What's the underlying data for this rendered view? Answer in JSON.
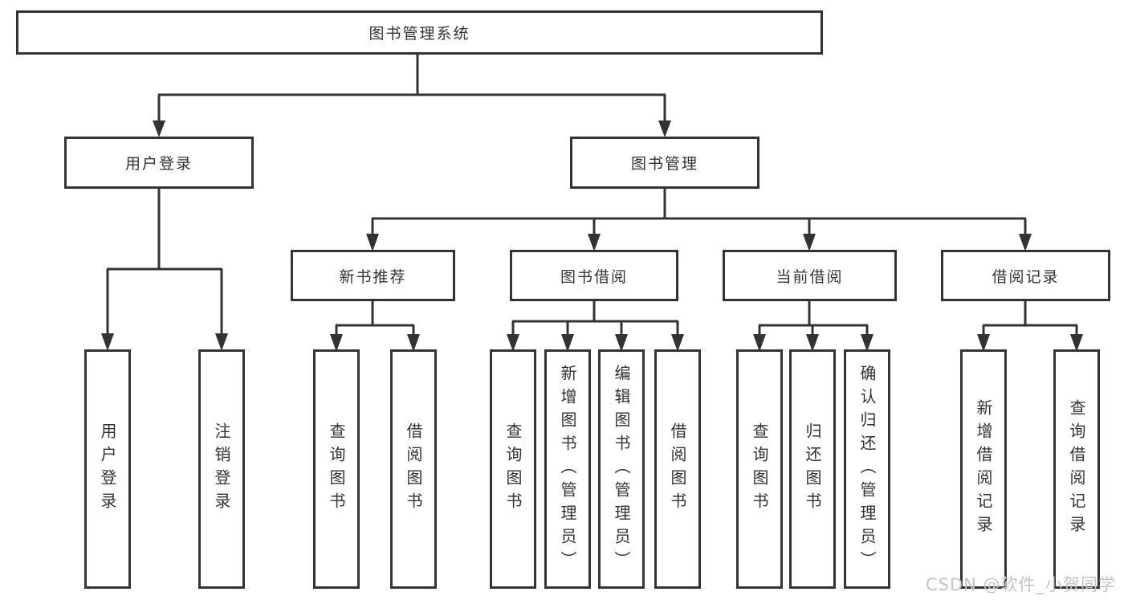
{
  "page": {
    "background": "#ffffff"
  },
  "colors": {
    "line": "#333333",
    "box_border": "#333333",
    "text": "#333333",
    "watermark_text": "#c4c4c4"
  },
  "nodes": {
    "root": {
      "label": "图书管理系统"
    },
    "branches": [
      {
        "label": "用户登录"
      },
      {
        "label": "图书管理"
      }
    ],
    "modules": [
      {
        "label": "新书推荐"
      },
      {
        "label": "图书借阅"
      },
      {
        "label": "当前借阅"
      },
      {
        "label": "借阅记录"
      }
    ],
    "leaf_groups": [
      {
        "parent": "用户登录",
        "items": [
          "用户登录",
          "注销登录"
        ]
      },
      {
        "parent": "新书推荐",
        "items": [
          "查询图书",
          "借阅图书"
        ]
      },
      {
        "parent": "图书借阅",
        "items": [
          "查询图书",
          "新增图书（管理员）",
          "编辑图书（管理员）",
          "借阅图书"
        ]
      },
      {
        "parent": "当前借阅",
        "items": [
          "查询图书",
          "归还图书",
          "确认归还（管理员）"
        ]
      },
      {
        "parent": "借阅记录",
        "items": [
          "新增借阅记录",
          "查询借阅记录"
        ]
      }
    ]
  },
  "watermark": {
    "text": "CSDN @软件_小贺同学"
  }
}
